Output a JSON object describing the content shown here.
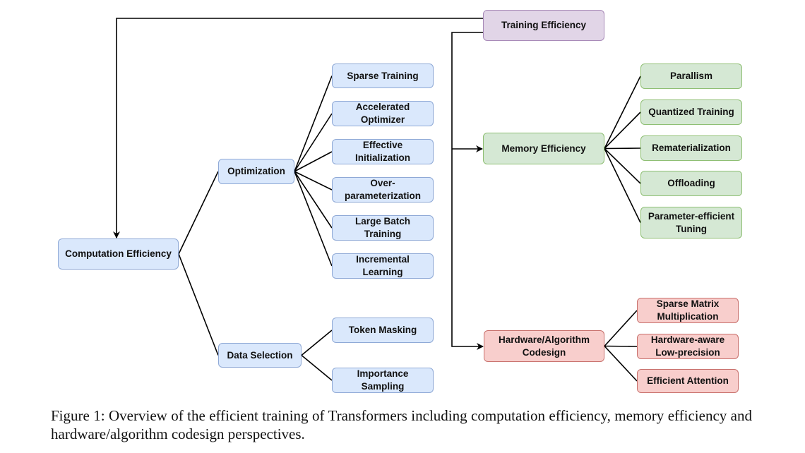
{
  "nodes": {
    "training": {
      "label": "Training Efficiency",
      "color": "purple"
    },
    "computation": {
      "label": "Computation Efficiency",
      "color": "blue"
    },
    "optimization": {
      "label": "Optimization",
      "color": "blue"
    },
    "data_selection": {
      "label": "Data Selection",
      "color": "blue"
    },
    "sparse_training": {
      "label": "Sparse Training",
      "color": "blue"
    },
    "accelerated_optimizer": {
      "label": "Accelerated\nOptimizer",
      "color": "blue"
    },
    "effective_initialization": {
      "label": "Effective\nInitialization",
      "color": "blue"
    },
    "over_parameterization": {
      "label": "Over-\nparameterization",
      "color": "blue"
    },
    "large_batch": {
      "label": "Large Batch\nTraining",
      "color": "blue"
    },
    "incremental": {
      "label": "Incremental\nLearning",
      "color": "blue"
    },
    "token_masking": {
      "label": "Token Masking",
      "color": "blue"
    },
    "importance_sampling": {
      "label": "Importance\nSampling",
      "color": "blue"
    },
    "memory": {
      "label": "Memory Efficiency",
      "color": "green"
    },
    "parallism": {
      "label": "Parallism",
      "color": "green"
    },
    "quantized": {
      "label": "Quantized Training",
      "color": "green"
    },
    "remat": {
      "label": "Rematerialization",
      "color": "green"
    },
    "offloading": {
      "label": "Offloading",
      "color": "green"
    },
    "peft": {
      "label": "Parameter-efficient\nTuning",
      "color": "green"
    },
    "hardware": {
      "label": "Hardware/Algorithm\nCodesign",
      "color": "red"
    },
    "sparse_matrix": {
      "label": "Sparse Matrix\nMultiplication",
      "color": "red"
    },
    "hw_low_precision": {
      "label": "Hardware-aware\nLow-precision",
      "color": "red"
    },
    "efficient_attention": {
      "label": "Efficient Attention",
      "color": "red"
    }
  },
  "edges": [
    [
      "computation",
      "optimization"
    ],
    [
      "computation",
      "data_selection"
    ],
    [
      "optimization",
      "sparse_training"
    ],
    [
      "optimization",
      "accelerated_optimizer"
    ],
    [
      "optimization",
      "effective_initialization"
    ],
    [
      "optimization",
      "over_parameterization"
    ],
    [
      "optimization",
      "large_batch"
    ],
    [
      "optimization",
      "incremental"
    ],
    [
      "data_selection",
      "token_masking"
    ],
    [
      "data_selection",
      "importance_sampling"
    ],
    [
      "memory",
      "parallism"
    ],
    [
      "memory",
      "quantized"
    ],
    [
      "memory",
      "remat"
    ],
    [
      "memory",
      "offloading"
    ],
    [
      "memory",
      "peft"
    ],
    [
      "hardware",
      "sparse_matrix"
    ],
    [
      "hardware",
      "hw_low_precision"
    ],
    [
      "hardware",
      "efficient_attention"
    ]
  ],
  "caption": "Figure 1:  Overview of the efficient training of Transformers including computation efficiency, memory efficiency and hardware/algorithm codesign perspectives."
}
